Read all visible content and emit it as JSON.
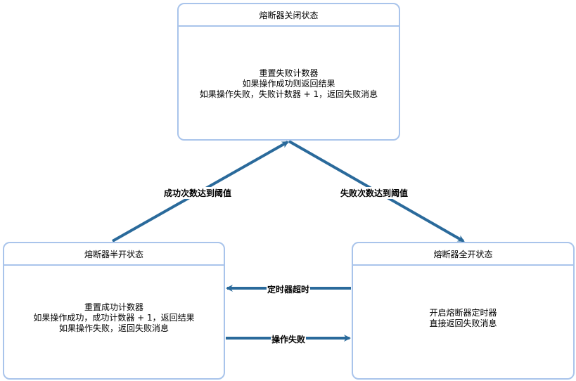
{
  "colors": {
    "box_border": "#a9c4eb",
    "arrow": "#2a6a9b"
  },
  "states": {
    "closed": {
      "title": "熔断器关闭状态",
      "lines": [
        "重置失败计数器",
        "如果操作成功则返回结果",
        "如果操作失败，失败计数器 + 1，返回失败消息"
      ]
    },
    "half_open": {
      "title": "熔断器半开状态",
      "lines": [
        "重置成功计数器",
        "如果操作成功，成功计数器 + 1，返回结果",
        "如果操作失败，返回失败消息"
      ]
    },
    "open": {
      "title": "熔断器全开状态",
      "lines": [
        "开启熔断器定时器",
        "直接返回失败消息"
      ]
    }
  },
  "transitions": {
    "half_to_closed": "成功次数达到阈值",
    "closed_to_open": "失败次数达到阈值",
    "open_to_half": "定时器超时",
    "half_to_open": "操作失败"
  }
}
